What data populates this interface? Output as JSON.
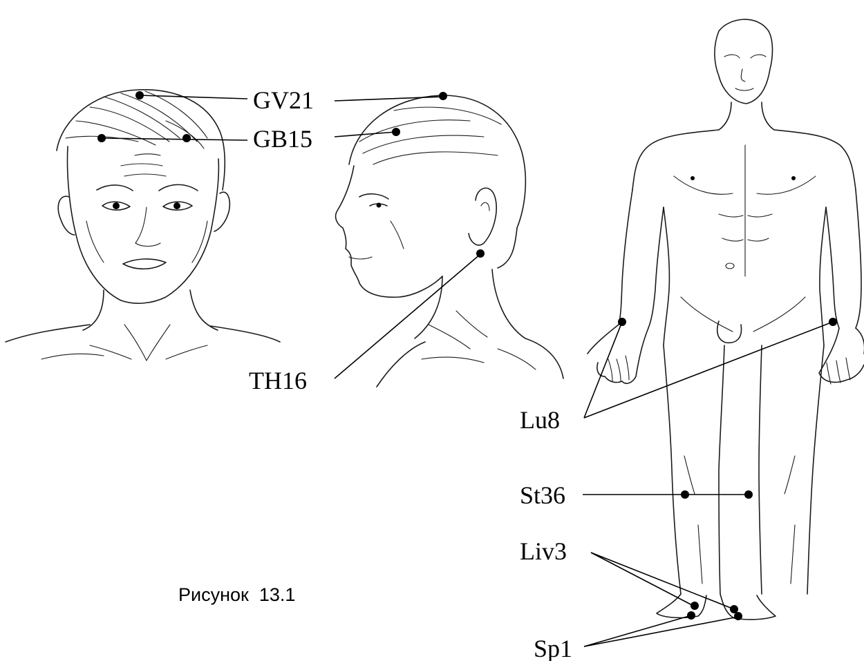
{
  "points": {
    "gv21": "GV21",
    "gb15": "GB15",
    "th16": "TH16",
    "lu8": "Lu8",
    "st36": "St36",
    "liv3": "Liv3",
    "sp1": "Sp1"
  },
  "caption": "Рисунок  13.1",
  "colors": {
    "ink": "#1a1a1a",
    "marker": "#000000"
  }
}
